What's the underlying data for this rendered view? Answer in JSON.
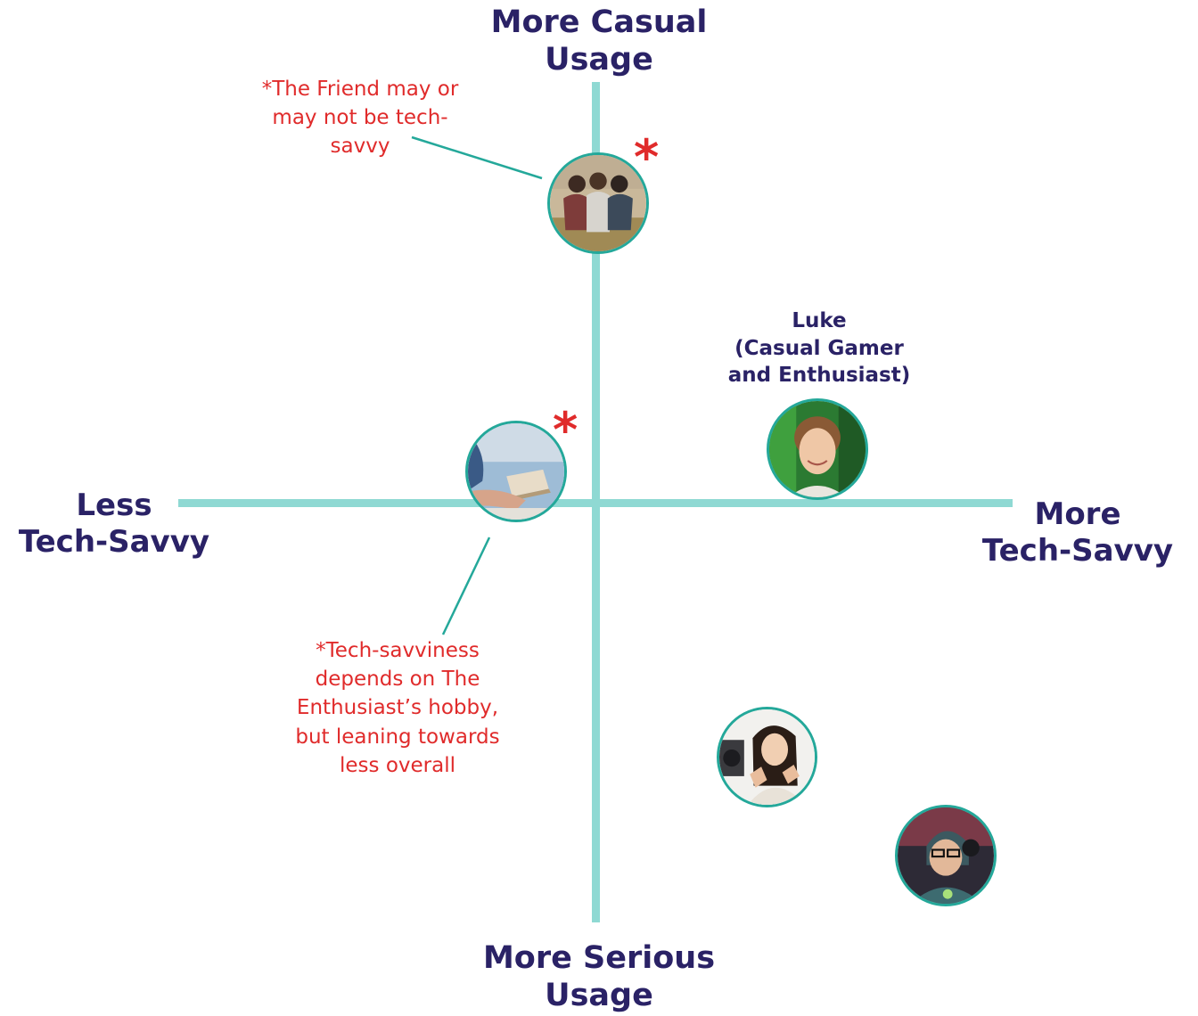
{
  "axes": {
    "top": "More Casual\nUsage",
    "bottom": "More Serious\nUsage",
    "left": "Less\nTech-Savvy",
    "right": "More\nTech-Savvy"
  },
  "personas": {
    "luke_label": "Luke\n(Casual Gamer\nand Enthusiast)"
  },
  "notes": {
    "friend": "*The Friend may or\nmay not be tech-\nsavvy",
    "enthusiast": "*Tech-savviness\ndepends on The\nEnthusiast’s hobby,\nbut leaning towards\nless overall",
    "asterisk": "*"
  },
  "colors": {
    "axis": "#8fd9d3",
    "label": "#2a2266",
    "note": "#e02b2b",
    "avatar_border": "#24a89a"
  }
}
